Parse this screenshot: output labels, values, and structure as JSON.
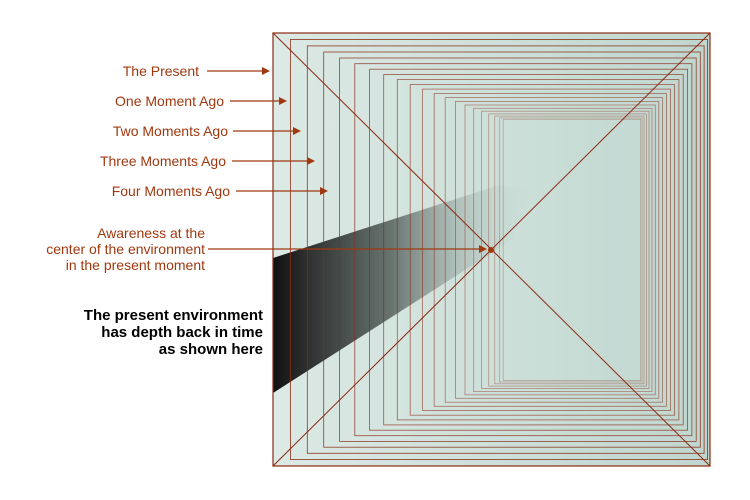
{
  "labels": {
    "present": "The Present",
    "one_moment": "One Moment Ago",
    "two_moments": "Two Moments Ago",
    "three_moments": "Three Moments Ago",
    "four_moments": "Four Moments Ago",
    "awareness_line1": "Awareness at the",
    "awareness_line2": "center of the environment",
    "awareness_line3": "in the present moment",
    "environment_line1": "The present environment",
    "environment_line2": "has depth back in time",
    "environment_line3": "as shown here"
  },
  "colors": {
    "label_text": "#a0380f",
    "arrow_line": "#a0380f",
    "frame_stroke": "#8a2a12",
    "inner_fill": "#c8dcd6",
    "center_dot": "#a0380f",
    "body_text": "#000000"
  },
  "frame": {
    "nested_frame_count": 21
  }
}
